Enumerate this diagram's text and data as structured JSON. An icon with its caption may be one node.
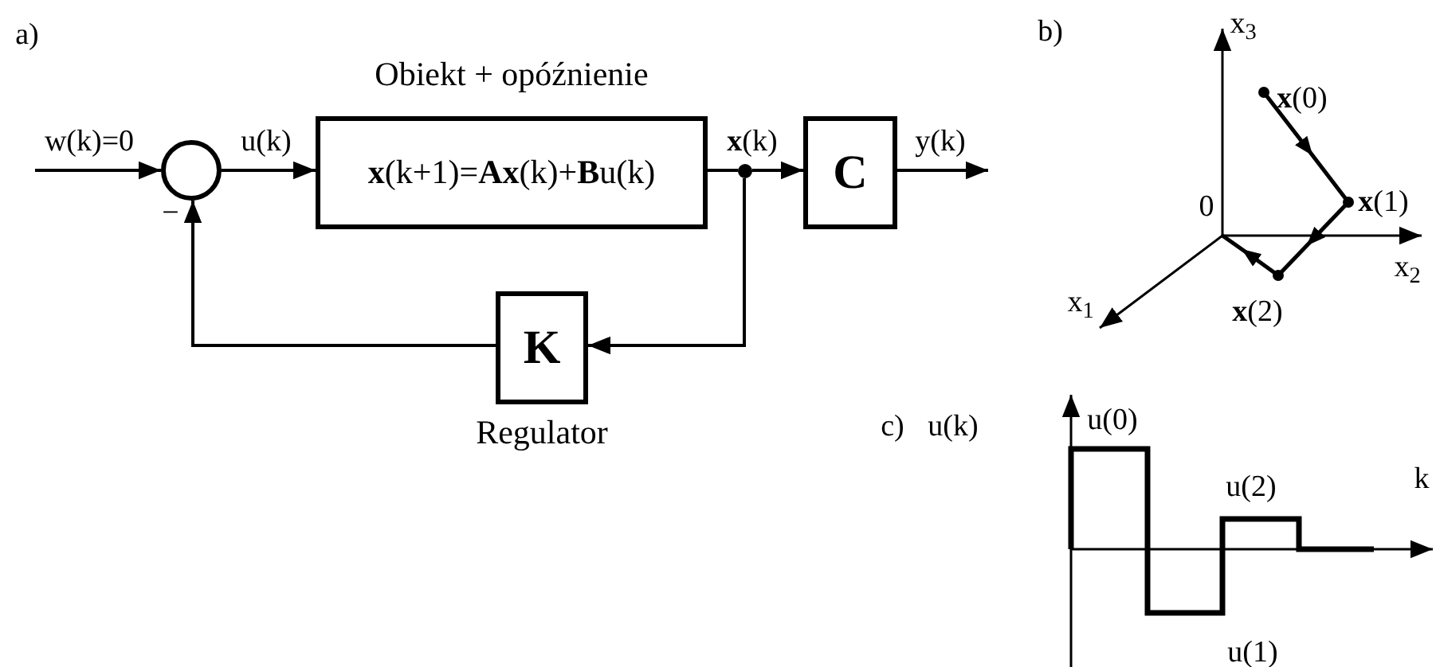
{
  "diagram": {
    "nodes": [
      {
        "text": [],
        "shape": "circle"
      },
      {
        "text": [
          "**x**(k+1)=**Ax**(k)+**B**u(k)"
        ],
        "beside": [
          "Obiekt + opóźnienie"
        ]
      },
      {
        "text": [
          "C"
        ]
      },
      {
        "text": [
          "K"
        ],
        "beside": [
          "Regulator"
        ]
      },
      {
        "text": [],
        "shape": "dot"
      }
    ],
    "edges": [
      {
        "from": null,
        "to": 0,
        "arrow": "to",
        "label": "w(k)=0"
      },
      {
        "from": 0,
        "to": 1,
        "arrow": "to",
        "label": "u(k)"
      },
      {
        "from": 1,
        "to": 4,
        "arrow": "none",
        "label": "**x**(k)"
      },
      {
        "from": 4,
        "to": 2,
        "arrow": "to"
      },
      {
        "from": 2,
        "to": null,
        "arrow": "to",
        "label": "y(k)"
      },
      {
        "from": 4,
        "to": 3,
        "arrow": "to"
      },
      {
        "from": 3,
        "to": 0,
        "arrow": "to"
      }
    ],
    "labels": [
      "a)",
      "−",
      "b)",
      "x$_{3}$",
      "**x**(0)",
      "0",
      "**x**(1)",
      "x$_{2}$",
      "x$_{1}$",
      "**x**(2)",
      "c)",
      "u(k)",
      "u(0)",
      "u(2)",
      "k",
      "u(1)"
    ]
  }
}
